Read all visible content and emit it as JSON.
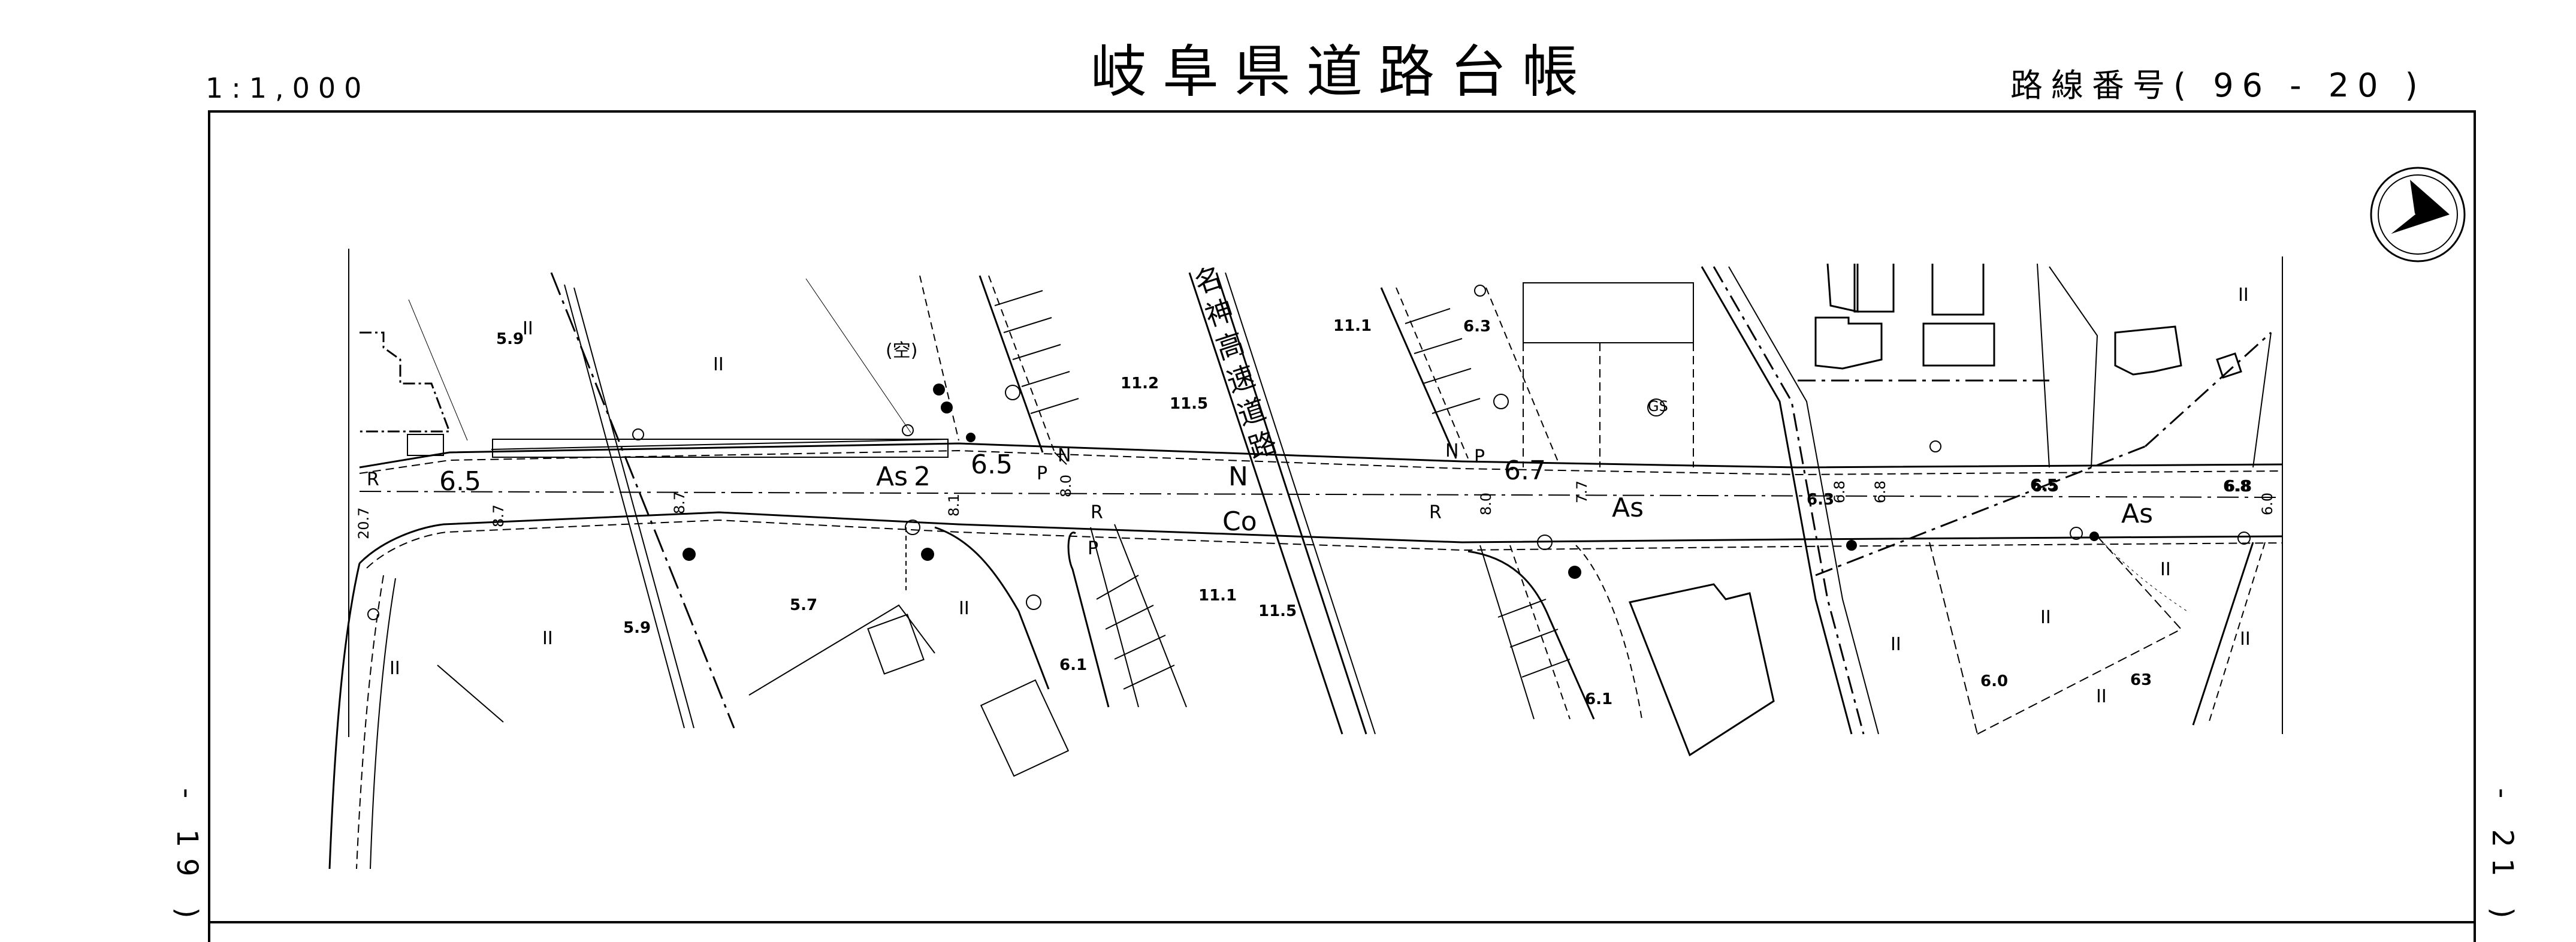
{
  "header": {
    "scale": "1:1,000",
    "title": "岐阜県道路台帳",
    "route_number": "路線番号( 96 - 20 )"
  },
  "adjacent_pages": {
    "previous": "- 19 )",
    "next": "- 21 )"
  },
  "map": {
    "expressway_name": [
      "名",
      "神",
      "高",
      "速",
      "道",
      "路"
    ],
    "labels": {
      "vacant": "(空)",
      "gs": "GS",
      "pavement_as_1": "As",
      "pavement_as_2": "As",
      "pavement_as_3": "As",
      "pavement_co": "Co",
      "north_1": "N",
      "north_2": "N",
      "north_3": "N",
      "p_1": "P",
      "p_2": "P",
      "p_3": "P",
      "r_1": "R",
      "r_2": "R",
      "r_3": "R"
    },
    "elevations": {
      "e1": "5.9",
      "e2": "5.9",
      "e3": "5.7",
      "e4": "6.1",
      "e5": "11.2",
      "e6": "11.5",
      "e7": "11.1",
      "e8": "11.1",
      "e9": "11.5",
      "e10": "6.3",
      "e11": "6.1",
      "e12": "6.3",
      "e13": "6.0",
      "e14": "63",
      "e15": "6.5",
      "e16": "6.8"
    },
    "road_widths": {
      "w1": "6.5",
      "w2": "6.5",
      "w3": "6.7",
      "w4": "6.5",
      "w5": "6.8",
      "w6": "2"
    },
    "dimensions": {
      "d1": "20.7",
      "d2": "8.7",
      "d3": "8.7",
      "d4": "8.1",
      "d5": "8.0",
      "d6": "8.0",
      "d7": "7.7",
      "d8": "6.8",
      "d9": "6.8",
      "d10": "6.0"
    },
    "marks": {
      "zone": "II"
    }
  },
  "compass": {
    "icon": "north-arrow-icon"
  }
}
